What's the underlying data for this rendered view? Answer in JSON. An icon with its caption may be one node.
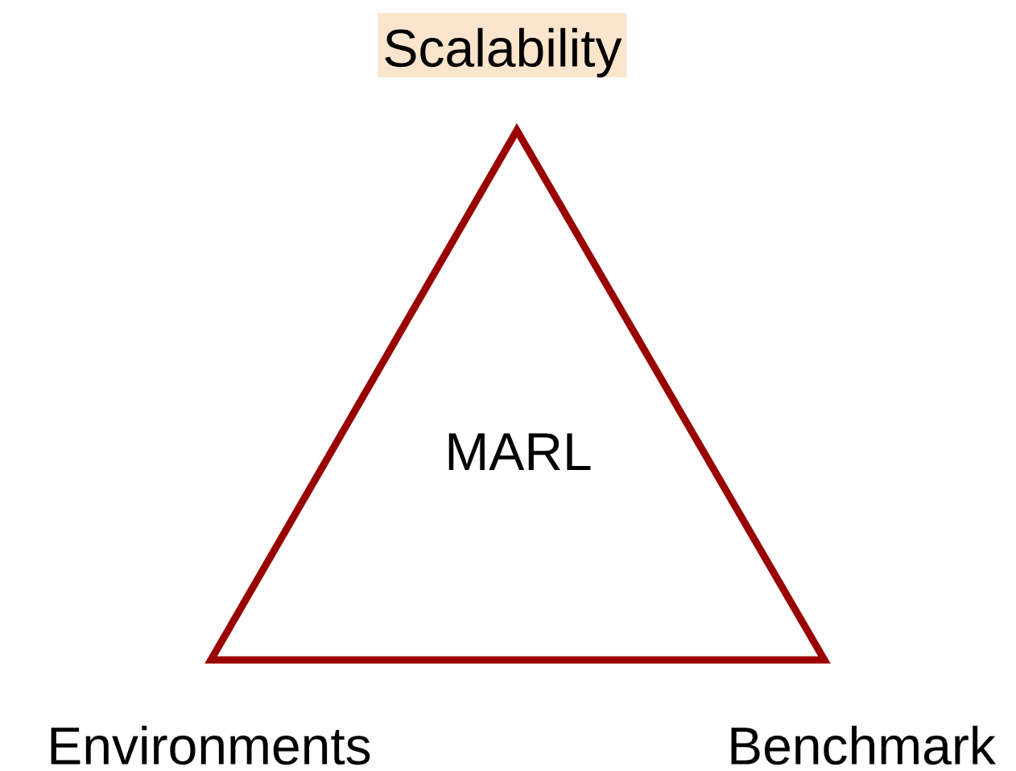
{
  "diagram": {
    "nodes": [
      {
        "text": [
          "MARL"
        ]
      },
      {
        "text": [
          "Scalability"
        ]
      }
    ],
    "labels": [
      "Environments",
      "Benchmark"
    ]
  }
}
